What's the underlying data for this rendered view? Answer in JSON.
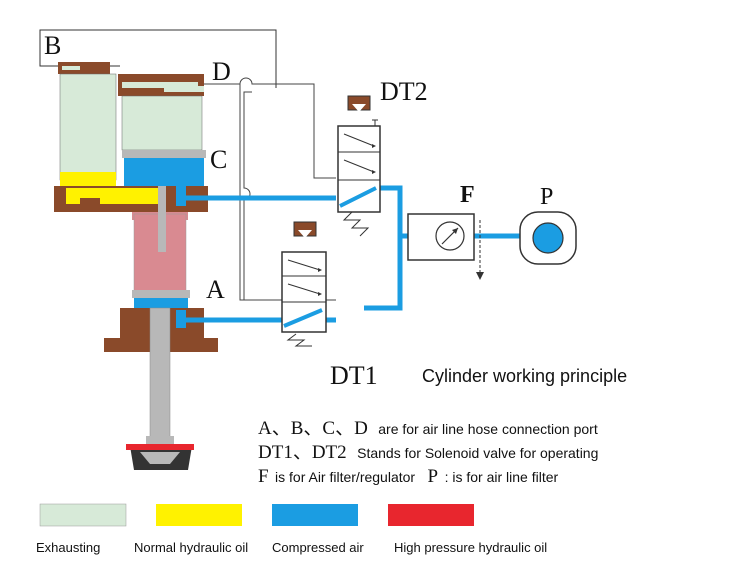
{
  "labels": {
    "port_b": "B",
    "port_d": "D",
    "port_c": "C",
    "port_a": "A",
    "dt2": "DT2",
    "dt1": "DT1",
    "filter": "F",
    "p": "P"
  },
  "title": "Cylinder working principle",
  "notes": [
    {
      "sym": "A、B、C、D",
      "text": "are  for air line hose connection port"
    },
    {
      "sym": "DT1、DT2",
      "text": "Stands for  Solenoid valve for  operating"
    },
    {
      "sym": "F",
      "text": "is for Air filter/regulator",
      "sym2": "P",
      "text2": ": is for  air line filter"
    }
  ],
  "legend": [
    {
      "label": "Exhausting",
      "color": "#d7ead8"
    },
    {
      "label": "Normal hydraulic oil",
      "color": "#fff200"
    },
    {
      "label": "Compressed air",
      "color": "#1b9de2"
    },
    {
      "label": "High pressure hydraulic oil",
      "color": "#e8262e"
    }
  ],
  "colors": {
    "brown": "#8a4a2a",
    "exhaust": "#d7ead8",
    "air": "#1b9de2",
    "oil": "#fff200",
    "hp_oil": "#e8262e",
    "cyl_pink": "#d98a91",
    "rod": "#b8b8b8"
  }
}
